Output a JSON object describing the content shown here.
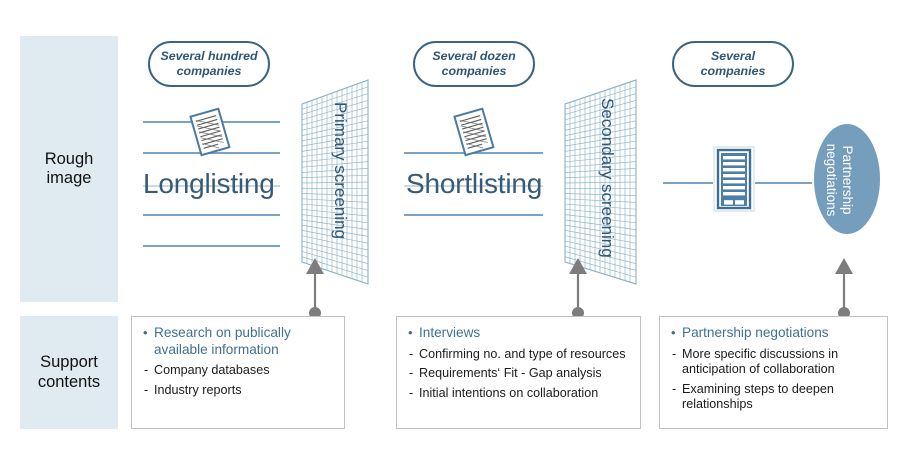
{
  "row_labels": [
    {
      "id": "rough-image",
      "text": "Rough\nimage"
    },
    {
      "id": "support-contents",
      "text": "Support\ncontents"
    }
  ],
  "callouts": [
    {
      "id": "several-hundred-companies",
      "text": "Several hundred\ncompanies"
    },
    {
      "id": "several-dozen-companies",
      "text": "Several dozen\ncompanies"
    },
    {
      "id": "several-companies",
      "text": "Several\ncompanies"
    }
  ],
  "stages": [
    {
      "id": "longlisting",
      "label": "Longlisting"
    },
    {
      "id": "shortlisting",
      "label": "Shortlisting"
    }
  ],
  "screens": [
    {
      "id": "primary-screening",
      "label": "Primary screening"
    },
    {
      "id": "secondary-screening",
      "label": "Secondary screening"
    }
  ],
  "outcome": {
    "id": "partnership-negotiations",
    "label": "Partnership\nnegotiations"
  },
  "support_boxes": [
    {
      "id": "support-box-longlisting",
      "heading": "Research on publically available information",
      "items": [
        "Company databases",
        "Industry reports"
      ]
    },
    {
      "id": "support-box-shortlisting",
      "heading": "Interviews",
      "items": [
        "Confirming no. and type of resources",
        "Requirements‘ Fit - Gap analysis",
        "Initial intentions on collaboration"
      ]
    },
    {
      "id": "support-box-negotiations",
      "heading": "Partnership negotiations",
      "items": [
        "More  specific discussions in anticipation of   collaboration",
        "Examining steps to deepen relationships"
      ]
    }
  ],
  "colors": {
    "chip_background": "#dfeaf1",
    "accent_dark_blue": "#3b6383",
    "accent_blue": "#41708f",
    "arrow_blue": "#7ba2c0",
    "ellipse_fill": "#759ebd",
    "mesh_line": "#8fb4cd",
    "connector_gray": "#808080",
    "box_border": "#c3c3c3"
  }
}
